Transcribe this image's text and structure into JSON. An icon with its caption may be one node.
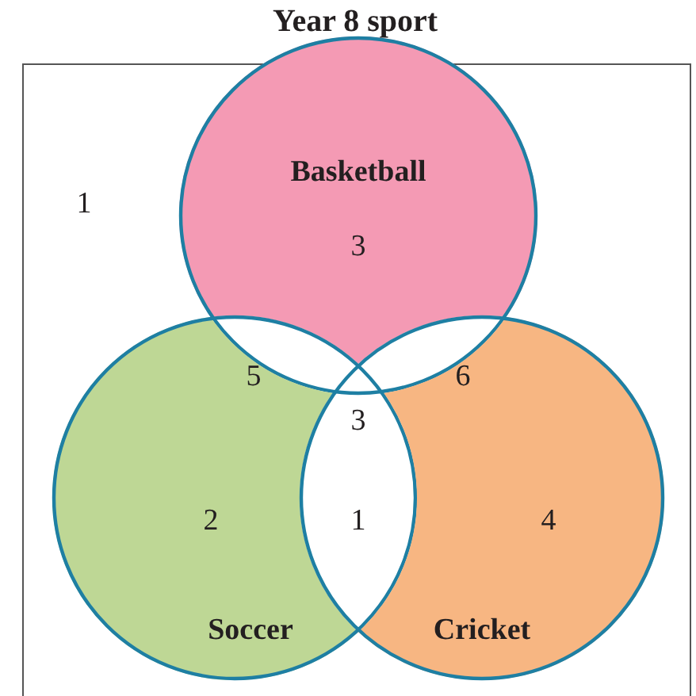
{
  "diagram": {
    "title": "Year 8 sport",
    "nodes": [
      {
        "text": [
          "1"
        ]
      },
      {
        "text": [
          "Basketball",
          "3"
        ],
        "in": 0
      },
      {
        "text": [
          "2",
          "Soccer"
        ],
        "in": 0
      },
      {
        "text": [
          "4",
          "Cricket"
        ],
        "in": 0
      }
    ],
    "edges": [],
    "labels": [
      "5",
      "6",
      "3",
      "1"
    ]
  }
}
